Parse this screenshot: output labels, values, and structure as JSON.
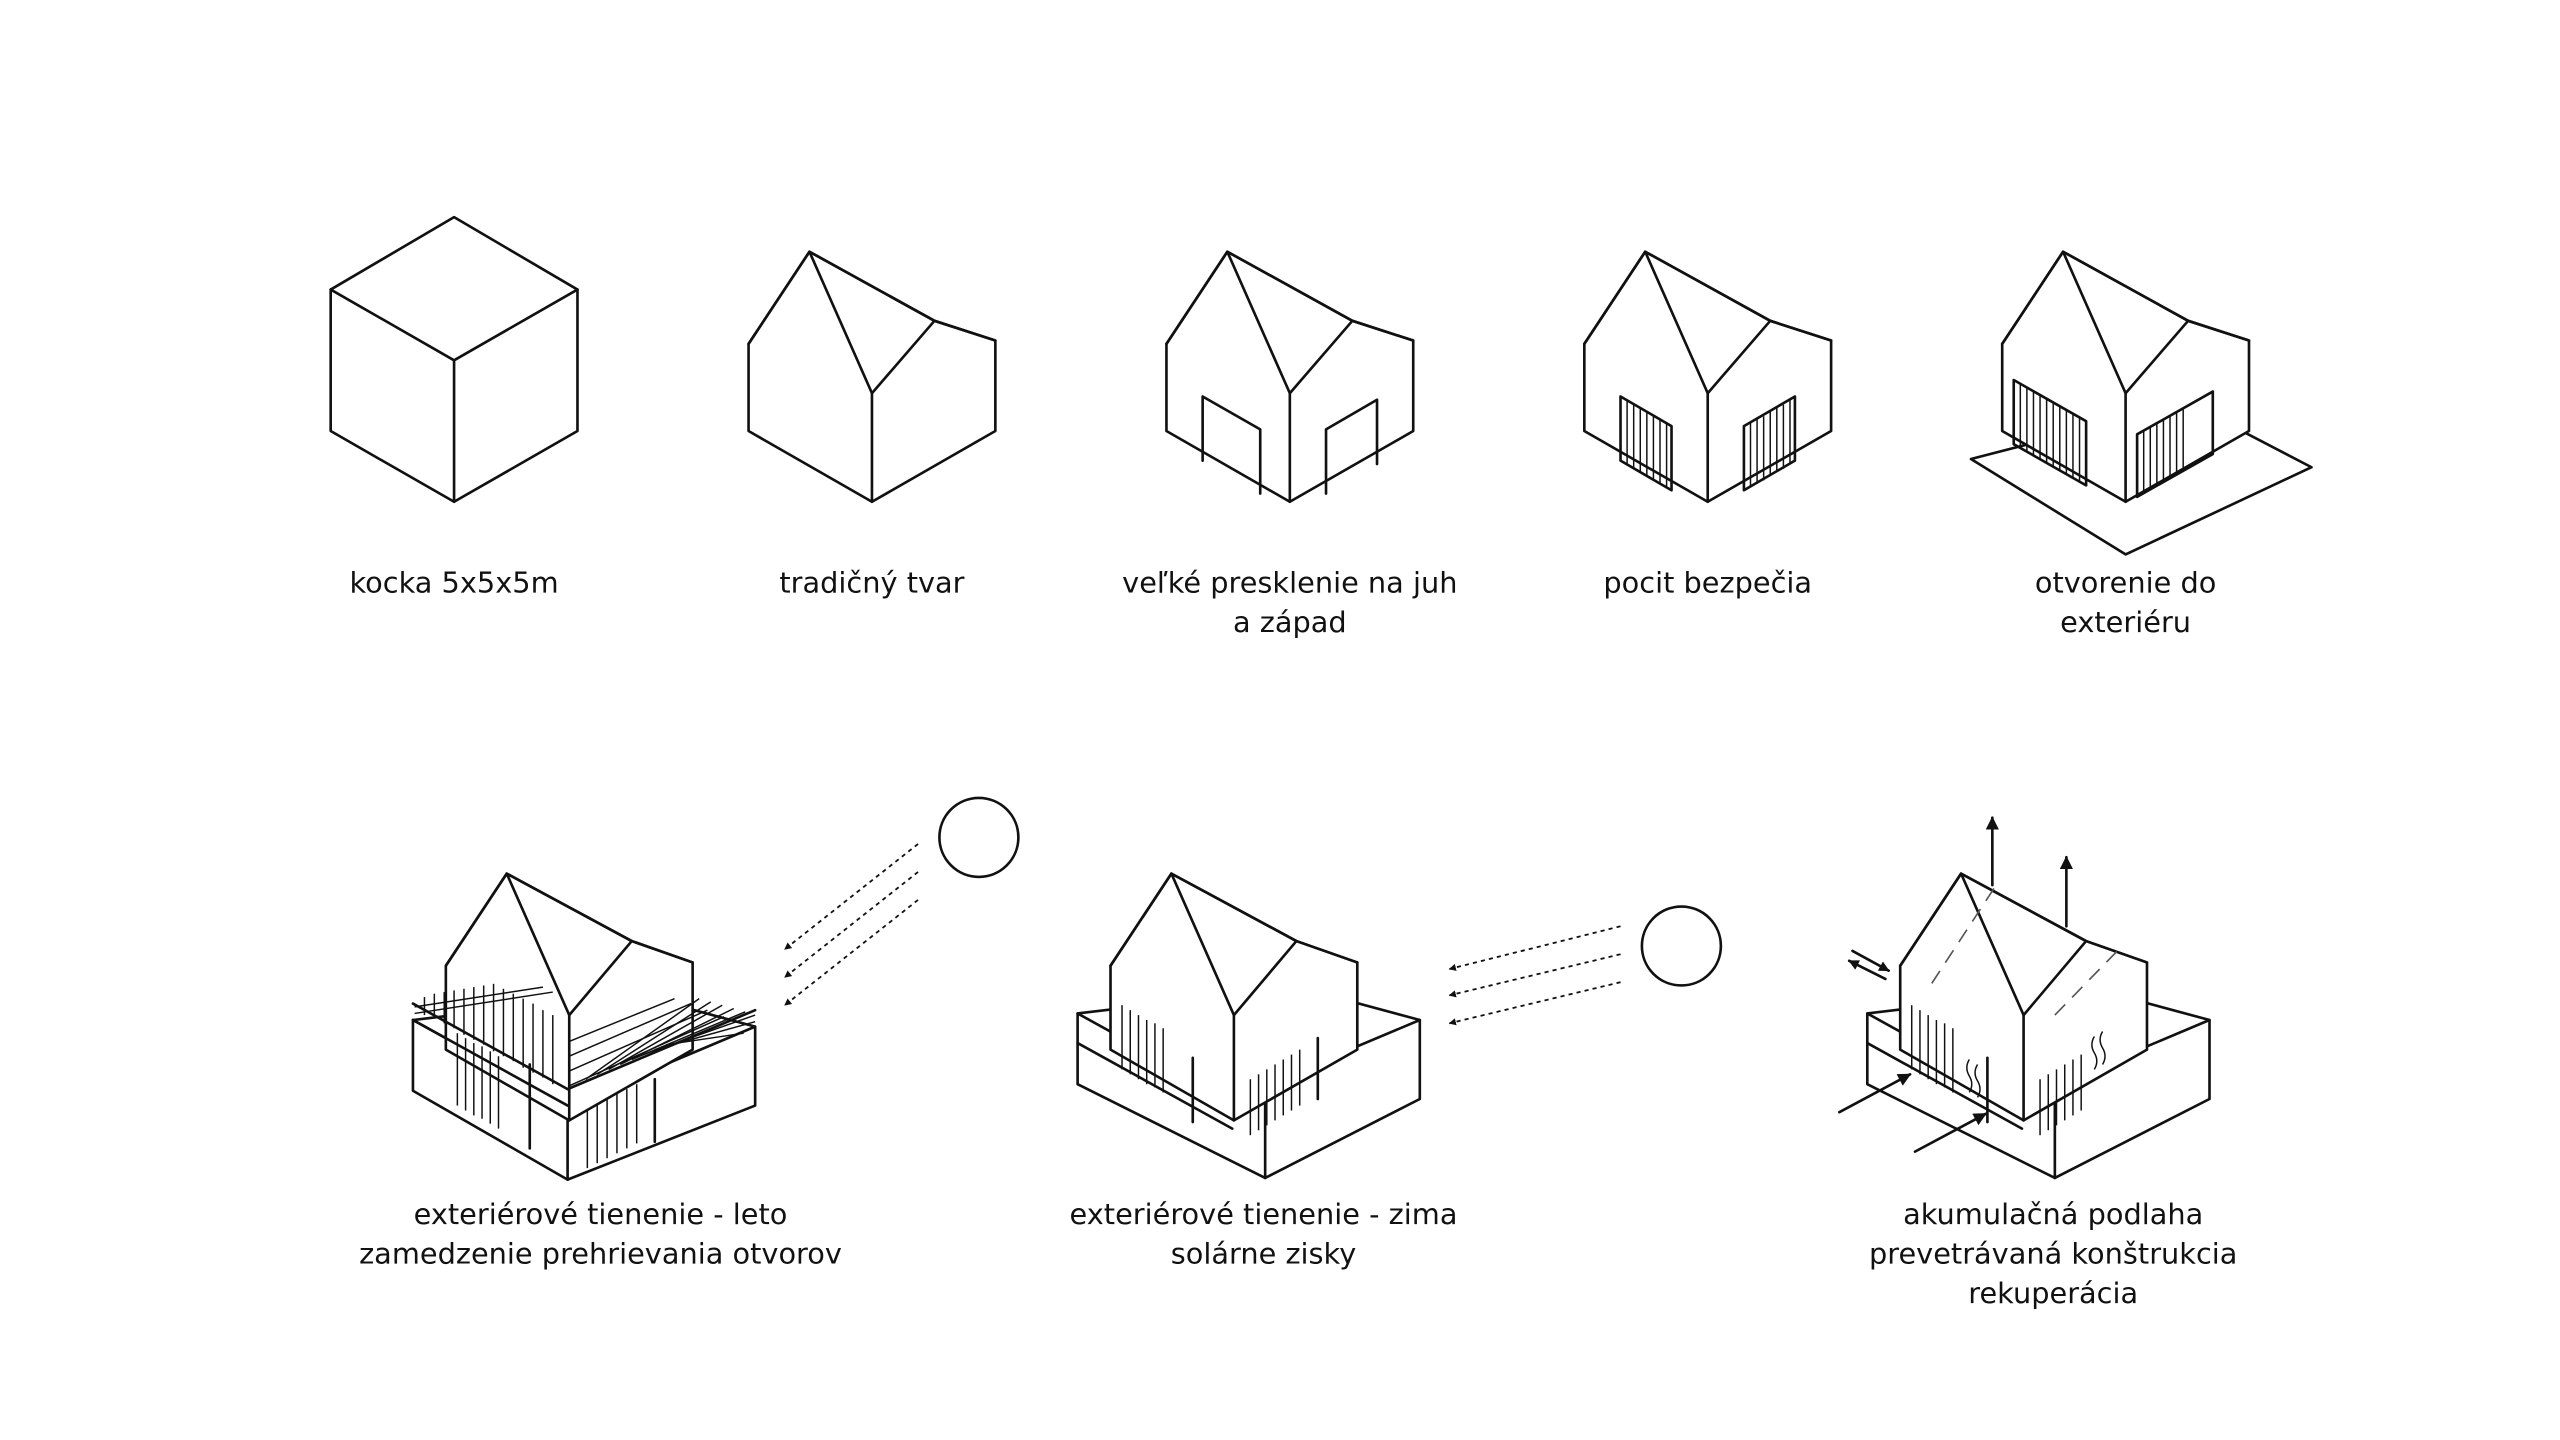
{
  "diagrams": [
    {
      "id": "cube",
      "icon": "cube-volume-icon",
      "caption": [
        "kocka 5x5x5m"
      ]
    },
    {
      "id": "traditional",
      "icon": "gable-house-icon",
      "caption": [
        "tradičný tvar"
      ]
    },
    {
      "id": "glazing",
      "icon": "house-glazing-icon",
      "caption": [
        "veľké presklenie na juh",
        "a západ"
      ]
    },
    {
      "id": "security",
      "icon": "house-shutters-icon",
      "caption": [
        "pocit bezpečia"
      ]
    },
    {
      "id": "opening",
      "icon": "house-terrace-icon",
      "caption": [
        "otvorenie do",
        "exteriéru"
      ]
    },
    {
      "id": "summer",
      "icon": "summer-shading-icon",
      "caption": [
        "exteriérové tienenie - leto",
        "zamedzenie prehrievania otvorov"
      ]
    },
    {
      "id": "winter",
      "icon": "winter-solar-gain-icon",
      "caption": [
        "exteriérové tienenie - zima",
        "solárne zisky"
      ]
    },
    {
      "id": "ventilation",
      "icon": "ventilated-structure-icon",
      "caption": [
        "akumulačná podlaha",
        "prevetrávaná konštrukcia",
        "rekuperácia"
      ]
    }
  ]
}
